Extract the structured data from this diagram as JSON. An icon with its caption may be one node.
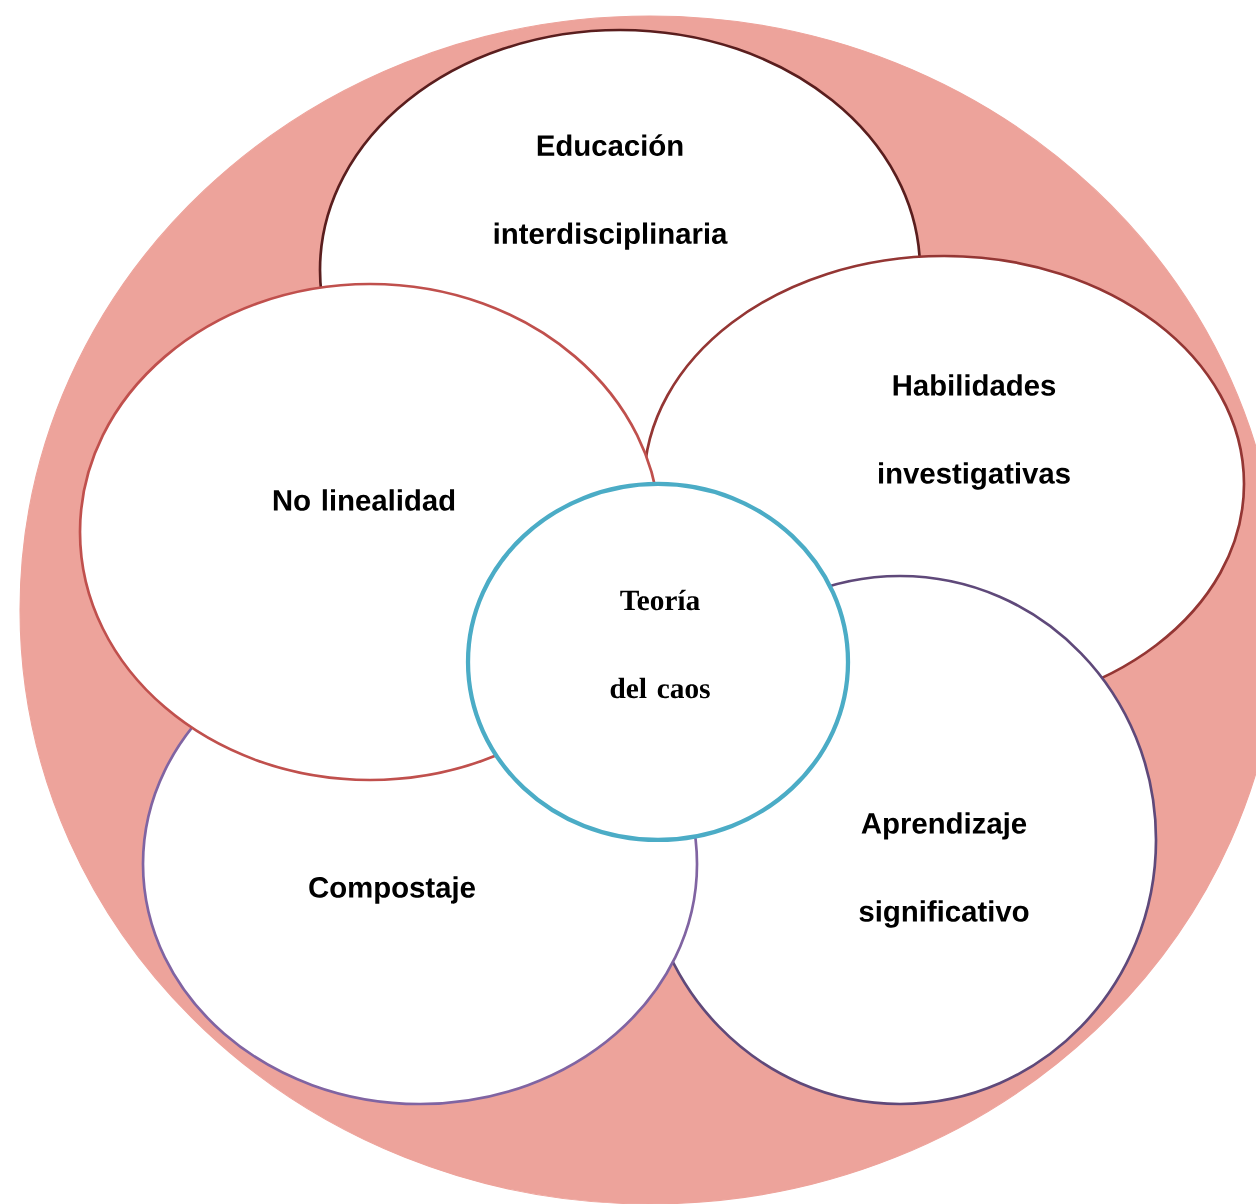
{
  "diagram": {
    "nodes": [
      {
        "text": [],
        "shape": "circle"
      },
      {
        "text": [
          "Educación interdisciplinaria"
        ],
        "in": 0
      },
      {
        "text": [
          "Habilidades investigativas"
        ],
        "in": 0
      },
      {
        "text": [
          "Aprendizaje significativo"
        ],
        "in": 0
      },
      {
        "text": [
          "Compostaje"
        ],
        "in": 0
      },
      {
        "text": [
          "No linealidad"
        ],
        "in": 0
      },
      {
        "text": [
          "Teoría del caos"
        ],
        "in": 0
      }
    ]
  }
}
